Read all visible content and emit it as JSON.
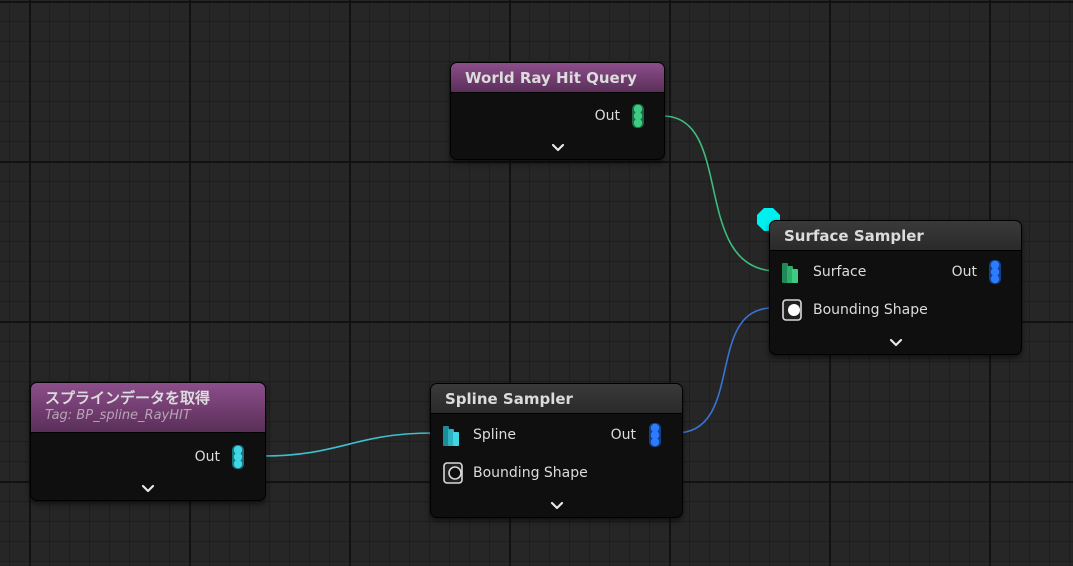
{
  "nodes": {
    "world_ray_hit_query": {
      "title": "World Ray Hit Query",
      "header_color": "#7a4278",
      "outputs": [
        {
          "label": "Out",
          "color": "#3dcc82"
        }
      ]
    },
    "surface_sampler": {
      "title": "Surface Sampler",
      "header_color": "#333333",
      "inputs": [
        {
          "label": "Surface",
          "color": "#3dcc82"
        },
        {
          "label": "Bounding Shape",
          "color": "#d9d9d9"
        }
      ],
      "outputs": [
        {
          "label": "Out",
          "color": "#2d7bff"
        }
      ]
    },
    "get_spline_data": {
      "title": "スプラインデータを取得",
      "subtitle": "Tag: BP_spline_RayHIT",
      "header_color": "#7a4278",
      "outputs": [
        {
          "label": "Out",
          "color": "#3fd6e6"
        }
      ]
    },
    "spline_sampler": {
      "title": "Spline Sampler",
      "header_color": "#333333",
      "inputs": [
        {
          "label": "Spline",
          "color": "#3fd6e6"
        },
        {
          "label": "Bounding Shape",
          "color": "#d9d9d9"
        }
      ],
      "outputs": [
        {
          "label": "Out",
          "color": "#2d7bff"
        }
      ]
    }
  },
  "connections": [
    {
      "from": "World Ray Hit Query.Out",
      "to": "Surface Sampler.Surface",
      "color": "#3dbd7d"
    },
    {
      "from": "Spline Sampler.Out",
      "to": "Surface Sampler.Bounding Shape",
      "color": "#3a73d6"
    },
    {
      "from": "スプラインデータを取得.Out",
      "to": "Spline Sampler.Spline",
      "color": "#3ec0cf"
    }
  ],
  "icons": {
    "expand": "chevron-down-icon",
    "data_pin": "stacked-data-pin-icon",
    "spatial_input_pin": "stacked-spatial-pin-icon",
    "shape_pin": "bounding-shape-pin-icon",
    "dock": "octagon-dock-icon"
  },
  "colors": {
    "grid_background": "#262626",
    "dock_marker": "#00f0f0"
  }
}
